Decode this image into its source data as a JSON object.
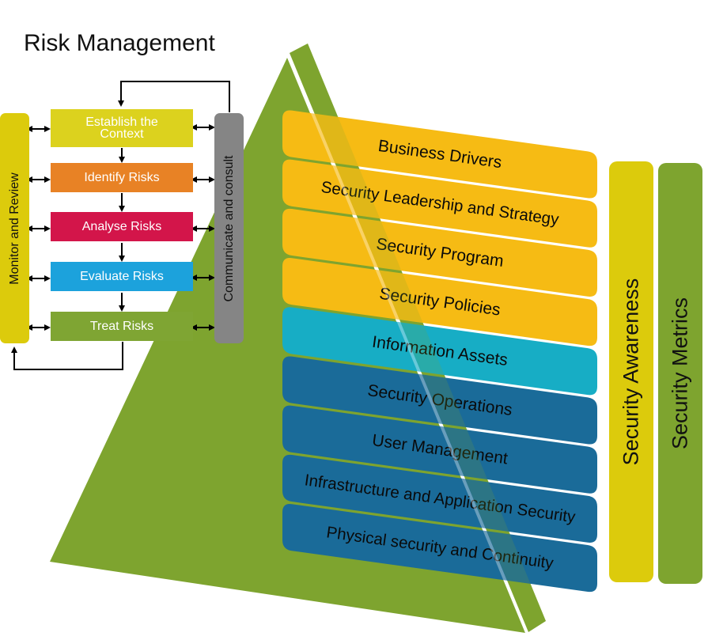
{
  "title": "Risk Management",
  "risk_process": {
    "monitor_label": "Monitor and Review",
    "communicate_label": "Communicate and consult",
    "steps": [
      {
        "label_line1": "Establish the",
        "label_line2": "Context",
        "color": "#dcd21e"
      },
      {
        "label_line1": "Identify Risks",
        "label_line2": "",
        "color": "#e88225"
      },
      {
        "label_line1": "Analyse Risks",
        "label_line2": "",
        "color": "#d3154a"
      },
      {
        "label_line1": "Evaluate Risks",
        "label_line2": "",
        "color": "#1ca2dc"
      },
      {
        "label_line1": "Treat Risks",
        "label_line2": "",
        "color": "#7fa533"
      }
    ],
    "colors": {
      "monitor": "#dccb0c",
      "communicate": "#858585"
    }
  },
  "pyramid": {
    "color": "#7ea42f",
    "layers": [
      {
        "label": "Business Drivers",
        "color": "#f6bb14"
      },
      {
        "label": "Security Leadership and Strategy",
        "color": "#f6bb14"
      },
      {
        "label": "Security Program",
        "color": "#f6bb14"
      },
      {
        "label": "Security Policies",
        "color": "#f6bb14"
      },
      {
        "label": "Information Assets",
        "color": "#17adc5"
      },
      {
        "label": "Security Operations",
        "color": "#1a6b99"
      },
      {
        "label": "User Management",
        "color": "#1a6b99"
      },
      {
        "label": "Infrastructure and Application Security",
        "color": "#1a6b99"
      },
      {
        "label": "Physical security and Continuity",
        "color": "#1a6b99"
      }
    ]
  },
  "pillars": [
    {
      "label": "Security Awareness",
      "color": "#dccb0c"
    },
    {
      "label": "Security Metrics",
      "color": "#7ea42f"
    }
  ]
}
